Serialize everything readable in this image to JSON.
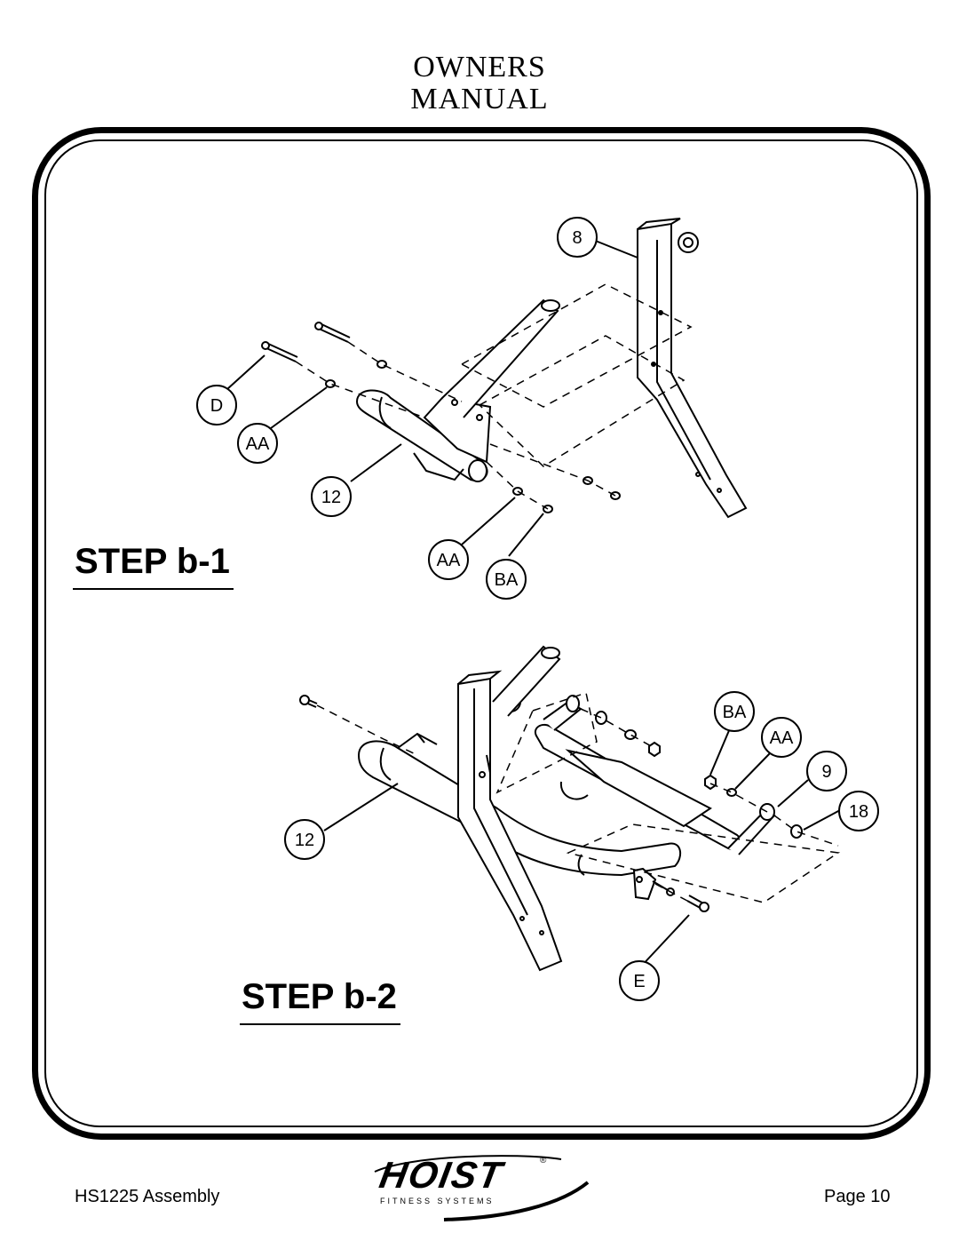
{
  "header": {
    "line1": "OWNERS",
    "line2": "MANUAL"
  },
  "steps": [
    {
      "title": "STEP b-1"
    },
    {
      "title": "STEP b-2"
    }
  ],
  "callouts_b1": [
    "8",
    "D",
    "AA",
    "12",
    "AA",
    "BA"
  ],
  "callouts_b2": [
    "BA",
    "AA",
    "9",
    "18",
    "12",
    "E"
  ],
  "footer": {
    "left": "HS1225 Assembly",
    "right": "Page 10"
  },
  "logo": {
    "brand": "HOIST",
    "tagline": "FITNESS SYSTEMS",
    "mark": "®"
  }
}
